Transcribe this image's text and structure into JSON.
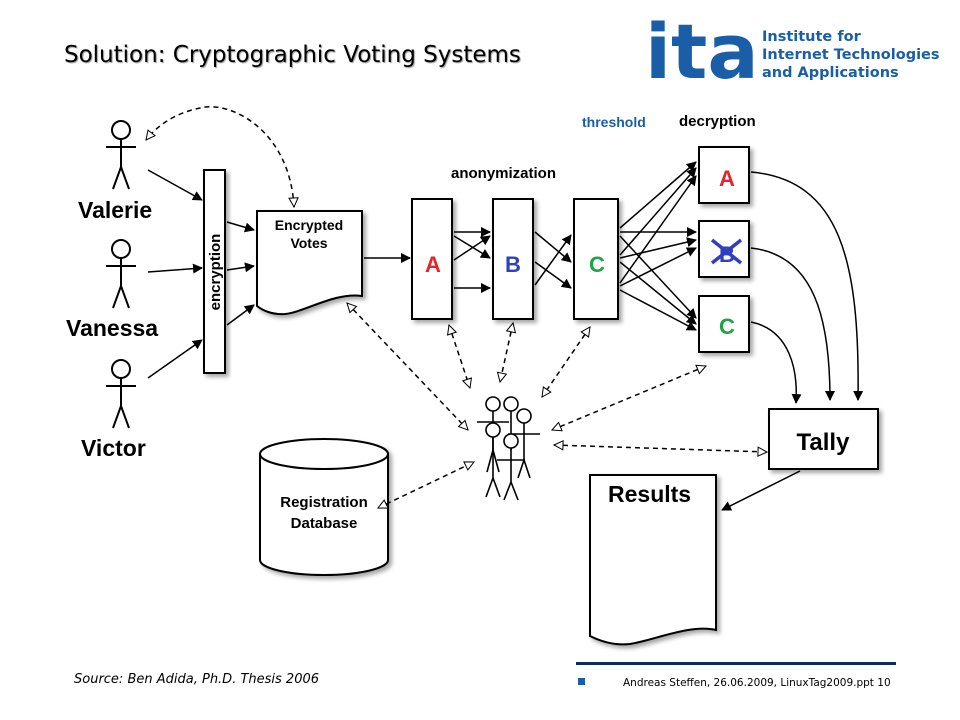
{
  "title": "Solution: Cryptographic Voting Systems",
  "logo": {
    "mark": "ita",
    "lines": [
      "Institute for",
      "Internet Technologies",
      "and Applications"
    ],
    "color": "#1a5ea8"
  },
  "diagram": {
    "voters": [
      "Valerie",
      "Vanessa",
      "Victor"
    ],
    "encryption_label": "encryption",
    "encrypted_votes_label": [
      "Encrypted",
      "Votes"
    ],
    "anonymization_label": "anonymization",
    "mixers": [
      "A",
      "B",
      "C"
    ],
    "threshold_label": "threshold",
    "decryption_label": "decryption",
    "trustees": [
      "A",
      "B",
      "C"
    ],
    "tally_label": "Tally",
    "results_label": "Results",
    "database_label": [
      "Registration",
      "Database"
    ],
    "colors": {
      "A": "#e8232a",
      "B": "#2f3fbf",
      "C": "#1fa24a",
      "threshold": "#1a5ea8",
      "cross": "#2f3fbf"
    }
  },
  "source": "Source:  Ben Adida, Ph.D. Thesis 2006",
  "footer": "Andreas Steffen, 26.06.2009, LinuxTag2009.ppt 10"
}
